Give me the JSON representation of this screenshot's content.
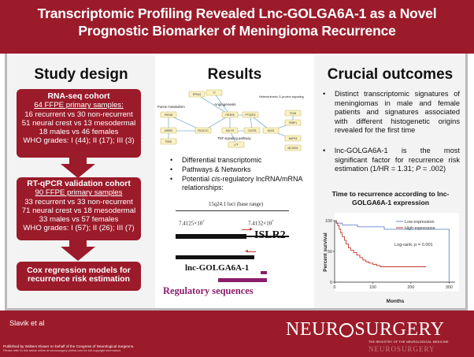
{
  "header": {
    "title": "Transcriptomic Profiling Revealed Lnc-GOLGA6A-1 as a Novel Prognostic Biomarker of Meningioma Recurrence"
  },
  "study_design": {
    "heading": "Study design",
    "rnaseq": {
      "title": "RNA-seq cohort",
      "samples": "64 FFPE primary samples:",
      "lines": [
        "16 recurrent vs 30 non-recurrent",
        "51 neural crest vs 13 mesodermal",
        "18 males vs 46 females",
        "WHO grades: I (44); II (17); III (3)"
      ]
    },
    "rtqpcr": {
      "title": "RT-qPCR validation cohort",
      "samples": "90 FFPE primary samples",
      "lines": [
        "33 recurrent vs 33 non-recurrent",
        "71 neural crest vs 18 mesodermal",
        "33 males vs 57 females",
        "WHO grades: I (57); II (26); III (7)"
      ]
    },
    "cox": "Cox regression models for recurrence risk estimation"
  },
  "results": {
    "heading": "Results",
    "network": {
      "labels": {
        "angiogenesis": "Angiogenesis",
        "purine": "Purine metabolism",
        "heterotrimeric": "Heterotrimeric G-protein signaling",
        "tnf": "TNF signaling pathway"
      },
      "nodes": [
        "EPHA3",
        "T7",
        "PIK3R6",
        "PTGDR2",
        "PDE4B",
        "PIK3C2G",
        "ADCY9",
        "CXCR5",
        "NOS1",
        "ARRB2",
        "PDE8",
        "LTF",
        "FCN3",
        "PEBP1",
        "MAPK8",
        "MCAR44"
      ]
    },
    "bullets": [
      "Differential transcriptomic",
      "Pathways & Networks"
    ],
    "bullet3_pre": "Potential ",
    "bullet3_em": "cis",
    "bullet3_post": "-regulatory lncRNA/mRNA relationships:",
    "locus": {
      "locus_label": "15q24.1 loci (base range)",
      "left_coord_base": "7.4125×10",
      "right_coord_base": "7.4132×10",
      "coord_exp": "7",
      "gene1": "ISLR2",
      "gene2": "lnc-GOLGA6A-1",
      "regulatory": "Regulatory sequences"
    }
  },
  "outcomes": {
    "heading": "Crucial outcomes",
    "point1": "Distinct transcriptomic signatures of meningiomas in male and female patients and signatures associated with different histogenetic origins revealed for the first time",
    "point2_a": "lnc-GOLGA6A-1 is the most significant factor for recurrence risk estimation (1/HR = 1.31; ",
    "point2_p": "P",
    "point2_b": " = .002)",
    "km": {
      "title": "Time to recurrence according to lnc-GOLGA6A-1 expression",
      "legend_low": "Low expression",
      "legend_high": "High expression",
      "logrank": "Log-rank, p = 0.001",
      "ylabel": "Percent survival",
      "xlabel": "Months",
      "yticks": [
        "100",
        "50",
        "0"
      ],
      "xticks": [
        "0",
        "100",
        "200",
        "300"
      ],
      "color_low": "#6a86c9",
      "color_high": "#c0392b"
    }
  },
  "footer": {
    "author": "Slavik et al",
    "published": "Published by Wolters Kluwer on behalf of the Congress of Neurological Surgeons.",
    "note": "Please refer to this article online at neurosurgery-online.com for full copyright information.",
    "journal_pre": "NEUR",
    "journal_post": "SURGERY",
    "subtitle": "THE REGISTRY OF THE NEUROLOGICAL MEDICINE",
    "reflection": "NEUROSURGERY"
  }
}
